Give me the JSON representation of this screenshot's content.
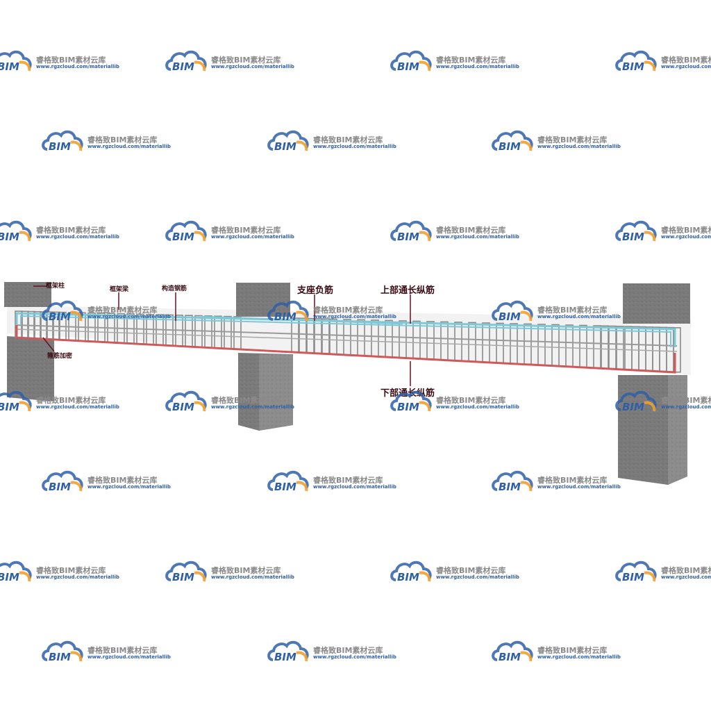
{
  "watermark": {
    "name": "睿格致BIM素材云库",
    "url": "www.rgzcloud.com/materiallib",
    "mark": "BIM"
  },
  "labels": {
    "frame_column": "框架柱",
    "frame_beam": "框架梁",
    "structural_rebar": "构造钢筋",
    "support_negative_rebar": "支座负筋",
    "top_continuous_rebar": "上部通长纵筋",
    "bottom_continuous_rebar": "下部通长纵筋",
    "stirrup_densification": "箍筋加密"
  },
  "colors": {
    "top_rebar": "#7ec8d8",
    "bottom_rebar": "#d05858",
    "concrete": "#7a7a7a",
    "stirrup": "#8a8a8a",
    "label": "#3a0b12",
    "leader": "#6a1020",
    "watermark_blue": "#2f5fa8",
    "watermark_orange": "#f0a030"
  }
}
